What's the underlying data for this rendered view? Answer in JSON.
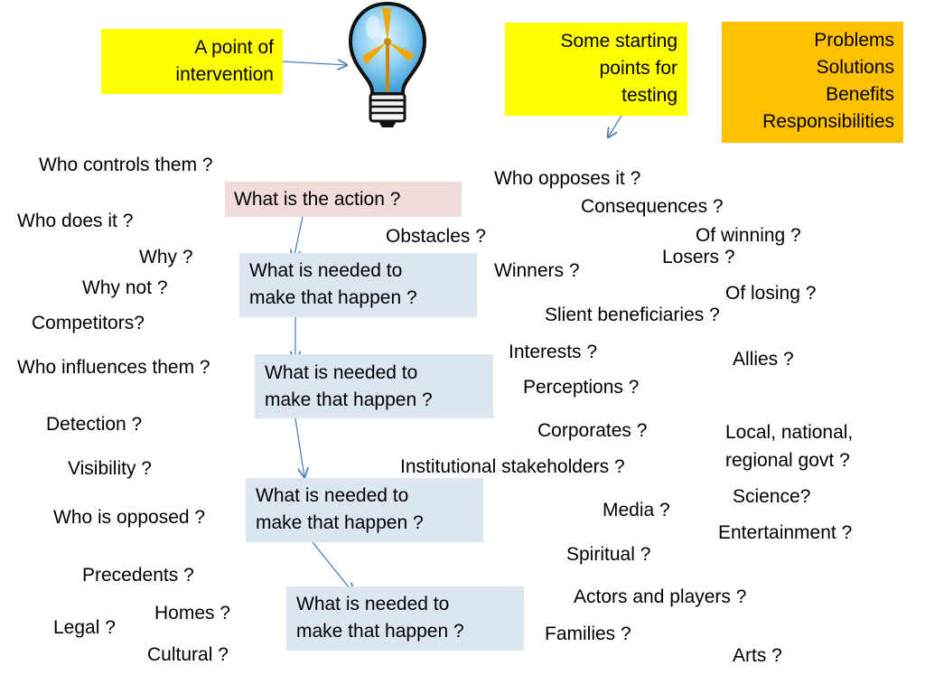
{
  "header": {
    "intervention_line1": "A point of",
    "intervention_line2": "intervention",
    "starting_line1": "Some starting",
    "starting_line2": "points for",
    "starting_line3": "testing",
    "orange_line1": "Problems",
    "orange_line2": "Solutions",
    "orange_line3": "Benefits",
    "orange_line4": "Responsibilities"
  },
  "chain": {
    "action": "What is the action ?",
    "step1_line1": "What is needed to",
    "step1_line2": "make that happen ?",
    "step2_line1": "What is needed to",
    "step2_line2": "make that happen ?",
    "step3_line1": "What is needed to",
    "step3_line2": "make that happen ?",
    "step4_line1": "What is needed to",
    "step4_line2": "make that happen ?"
  },
  "left_questions": {
    "who_controls": "Who controls them ?",
    "who_does": "Who does it ?",
    "why": "Why ?",
    "why_not": "Why  not ?",
    "competitors": "Competitors?",
    "who_influences": "Who influences them ?",
    "detection": "Detection  ?",
    "visibility": "Visibility ?",
    "who_opposed": "Who is opposed  ?",
    "precedents": "Precedents ?",
    "homes": "Homes ?",
    "legal": "Legal ?",
    "cultural": "Cultural ?"
  },
  "right_questions": {
    "who_opposes": "Who opposes it ?",
    "consequences": "Consequences ?",
    "obstacles": "Obstacles ?",
    "of_winning": "Of winning   ?",
    "losers": "Losers ?",
    "winners": "Winners ?",
    "of_losing": "Of losing   ?",
    "silent": "Slient beneficiaries  ?",
    "interests": "Interests ?",
    "allies": "Allies  ?",
    "perceptions": "Perceptions ?",
    "corporates": "Corporates ?",
    "govt_line1": "Local, national,",
    "govt_line2": "regional govt  ?",
    "institutional": "Institutional stakeholders ?",
    "science": "Science?",
    "media": "Media ?",
    "entertainment": "Entertainment ?",
    "spiritual": "Spiritual ?",
    "actors": "Actors and players  ?",
    "families": "Families ?",
    "arts": "Arts ?"
  },
  "icons": {
    "bulb": "lightbulb-wind-turbine-icon"
  },
  "colors": {
    "yellow": "#ffff00",
    "orange": "#ffc000",
    "pink": "#f2dcdb",
    "blue": "#dce6f1",
    "arrow": "#4f81bd"
  }
}
